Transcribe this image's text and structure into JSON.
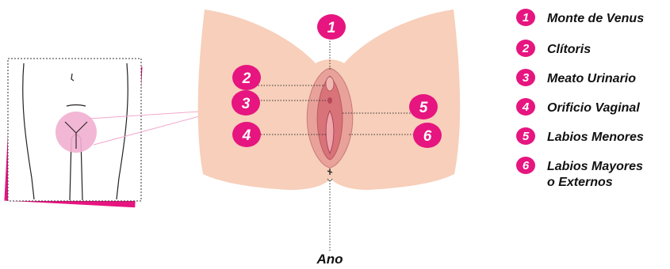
{
  "accent_color": "#e6157f",
  "skin_color": "#f7cfba",
  "ano_label": "Ano",
  "markers": [
    "1",
    "2",
    "3",
    "4",
    "5",
    "6"
  ],
  "legend": [
    {
      "num": "1",
      "lines": [
        "Monte de Venus"
      ]
    },
    {
      "num": "2",
      "lines": [
        "Clítoris"
      ]
    },
    {
      "num": "3",
      "lines": [
        "Meato Urinario"
      ]
    },
    {
      "num": "4",
      "lines": [
        "Orificio Vaginal"
      ]
    },
    {
      "num": "5",
      "lines": [
        "Labios Menores"
      ]
    },
    {
      "num": "6",
      "lines": [
        "Labios Mayores",
        "o Externos"
      ]
    }
  ]
}
